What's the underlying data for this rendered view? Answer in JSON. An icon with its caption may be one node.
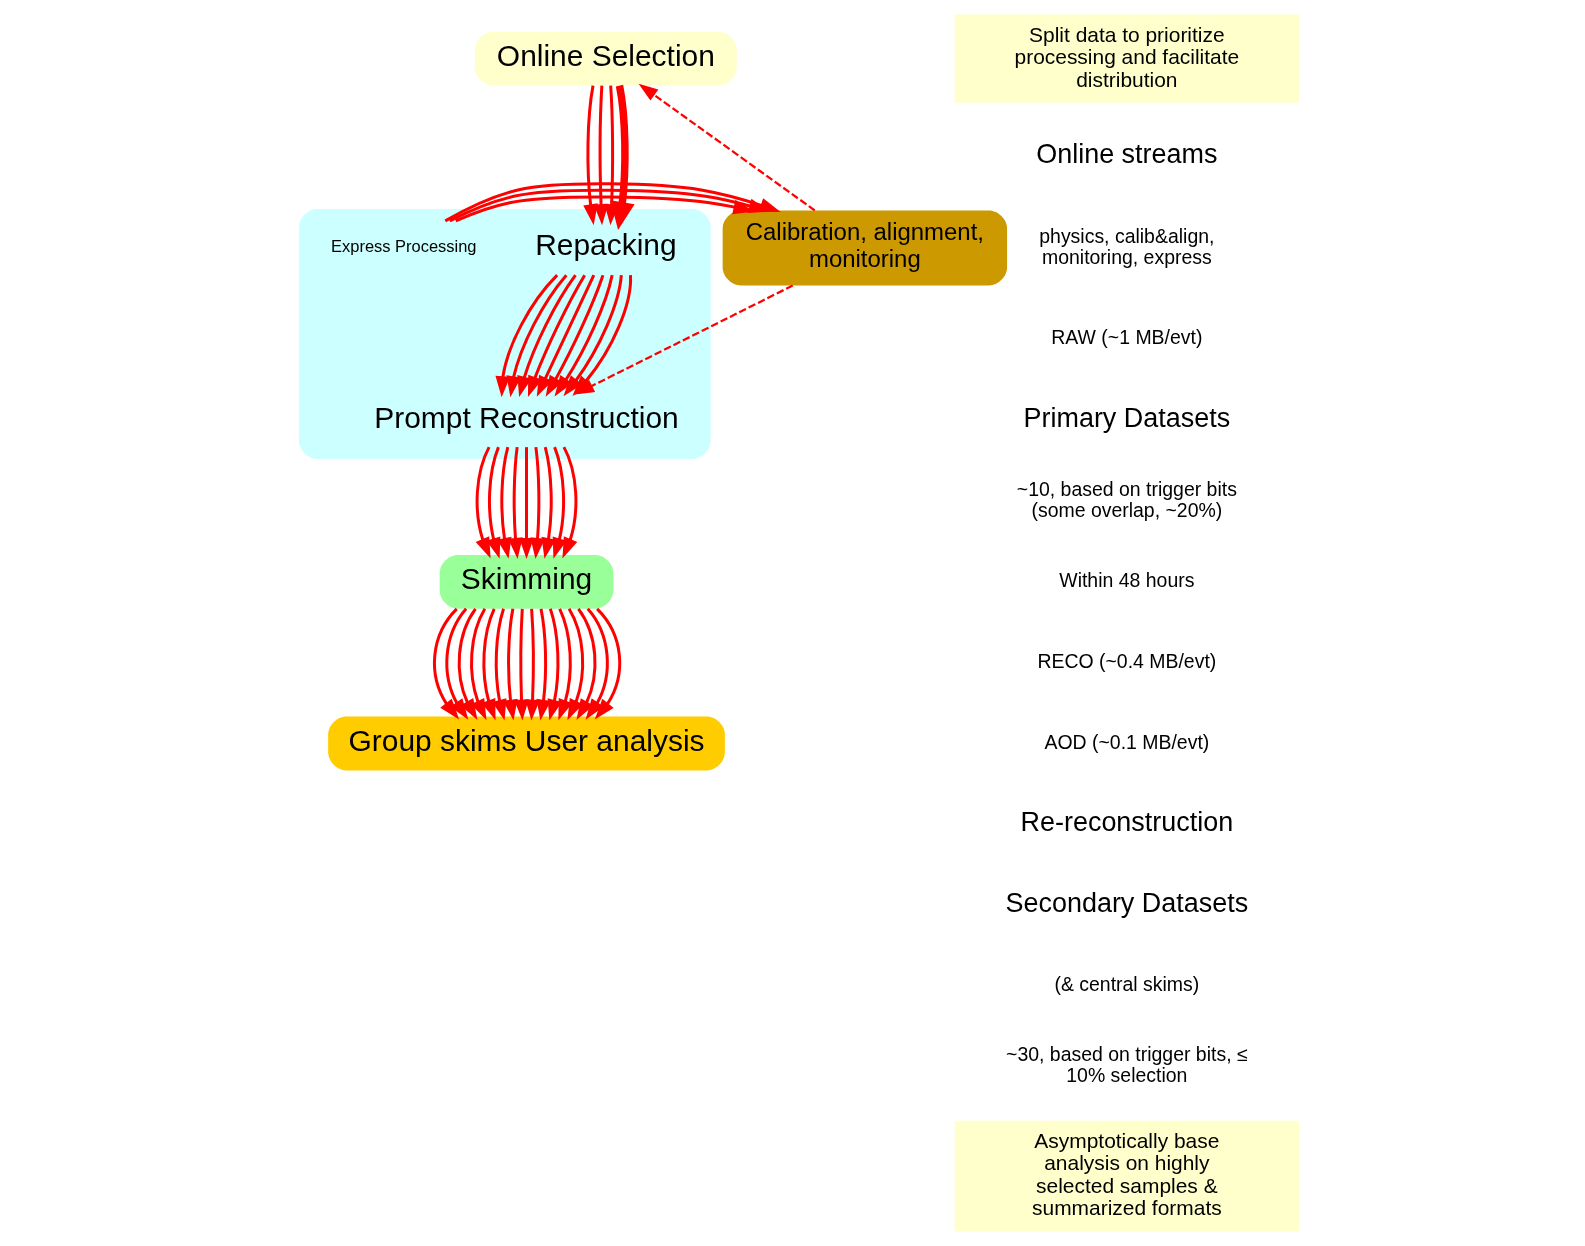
{
  "diagram": {
    "nodes": [
      {
        "text": [
          "Online Selection"
        ]
      },
      {
        "text": [],
        "shape": "box"
      },
      {
        "text": [
          "Repacking"
        ],
        "in": 1
      },
      {
        "text": [
          "Express Processing"
        ],
        "in": 1
      },
      {
        "text": [
          "Prompt Reconstruction"
        ],
        "in": 1
      },
      {
        "text": [
          "Calibration, alignment, monitoring"
        ]
      },
      {
        "text": [
          "Skimming"
        ]
      },
      {
        "text": [
          "Group skims User analysis"
        ]
      },
      {
        "text": [
          "Split data to prioritize processing and facilitate distribution"
        ]
      },
      {
        "text": [
          "Asymptotically base analysis on highly selected samples & summarized formats"
        ]
      }
    ],
    "edges": [
      {
        "from": 0,
        "to": 2,
        "arrow": "to"
      },
      {
        "from": 0,
        "to": 2,
        "arrow": "to"
      },
      {
        "from": 0,
        "to": 2,
        "arrow": "to"
      },
      {
        "from": 0,
        "to": 2,
        "arrow": "to",
        "style": "thick"
      },
      {
        "from": 3,
        "to": 5,
        "arrow": "to"
      },
      {
        "from": 3,
        "to": 5,
        "arrow": "to"
      },
      {
        "from": 3,
        "to": 5,
        "arrow": "to"
      },
      {
        "from": 5,
        "to": 0,
        "arrow": "to",
        "style": "dashed"
      },
      {
        "from": 5,
        "to": 4,
        "arrow": "to",
        "style": "dashed"
      },
      {
        "from": 2,
        "to": 4,
        "arrow": "to"
      },
      {
        "from": 2,
        "to": 4,
        "arrow": "to"
      },
      {
        "from": 2,
        "to": 4,
        "arrow": "to"
      },
      {
        "from": 2,
        "to": 4,
        "arrow": "to"
      },
      {
        "from": 2,
        "to": 4,
        "arrow": "to"
      },
      {
        "from": 2,
        "to": 4,
        "arrow": "to"
      },
      {
        "from": 2,
        "to": 4,
        "arrow": "to"
      },
      {
        "from": 2,
        "to": 4,
        "arrow": "to"
      },
      {
        "from": 2,
        "to": 4,
        "arrow": "to"
      },
      {
        "from": 4,
        "to": 6,
        "arrow": "to"
      },
      {
        "from": 4,
        "to": 6,
        "arrow": "to"
      },
      {
        "from": 4,
        "to": 6,
        "arrow": "to"
      },
      {
        "from": 4,
        "to": 6,
        "arrow": "to"
      },
      {
        "from": 4,
        "to": 6,
        "arrow": "to"
      },
      {
        "from": 4,
        "to": 6,
        "arrow": "to"
      },
      {
        "from": 4,
        "to": 6,
        "arrow": "to"
      },
      {
        "from": 4,
        "to": 6,
        "arrow": "to"
      },
      {
        "from": 4,
        "to": 6,
        "arrow": "to"
      },
      {
        "from": 6,
        "to": 7,
        "arrow": "to"
      },
      {
        "from": 6,
        "to": 7,
        "arrow": "to"
      },
      {
        "from": 6,
        "to": 7,
        "arrow": "to"
      },
      {
        "from": 6,
        "to": 7,
        "arrow": "to"
      },
      {
        "from": 6,
        "to": 7,
        "arrow": "to"
      },
      {
        "from": 6,
        "to": 7,
        "arrow": "to"
      },
      {
        "from": 6,
        "to": 7,
        "arrow": "to"
      },
      {
        "from": 6,
        "to": 7,
        "arrow": "to"
      },
      {
        "from": 6,
        "to": 7,
        "arrow": "to"
      },
      {
        "from": 6,
        "to": 7,
        "arrow": "to"
      },
      {
        "from": 6,
        "to": 7,
        "arrow": "to"
      },
      {
        "from": 6,
        "to": 7,
        "arrow": "to"
      },
      {
        "from": 6,
        "to": 7,
        "arrow": "to"
      },
      {
        "from": 6,
        "to": 7,
        "arrow": "to"
      },
      {
        "from": 6,
        "to": 7,
        "arrow": "to"
      },
      {
        "from": 6,
        "to": 7,
        "arrow": "to"
      }
    ],
    "labels": [
      "Online streams",
      "physics, calib&align, monitoring, express",
      "RAW (~1 MB/evt)",
      "Primary Datasets",
      "~10, based on trigger bits (some overlap, ~20%)",
      "Within 48 hours",
      "RECO (~0.4 MB/evt)",
      "AOD (~0.1 MB/evt)",
      "Re-reconstruction",
      "Secondary Datasets",
      "(& central skims)",
      "~30, based on trigger bits, ≤ 10% selection"
    ]
  }
}
